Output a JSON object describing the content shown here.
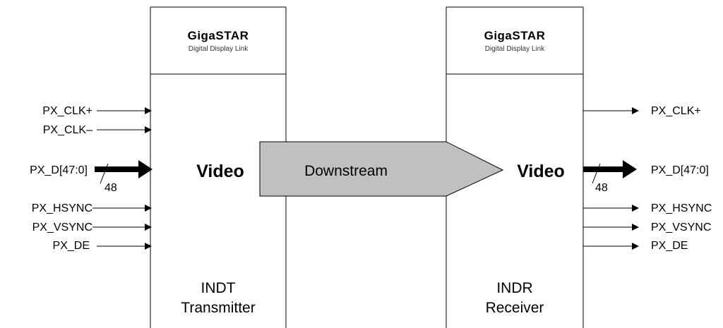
{
  "logo": {
    "brand": "GigaSTAR",
    "tagline": "Digital Display Link"
  },
  "transmitter": {
    "video_label": "Video",
    "name": "INDT",
    "role": "Transmitter"
  },
  "receiver": {
    "video_label": "Video",
    "name": "INDR",
    "role": "Receiver"
  },
  "link": {
    "label": "Downstream"
  },
  "bus_width": "48",
  "inputs": [
    "PX_CLK+",
    "PX_CLK–",
    "PX_D[47:0]",
    "PX_HSYNC",
    "PX_VSYNC",
    "PX_DE"
  ],
  "outputs": [
    "PX_CLK+",
    "PX_D[47:0]",
    "PX_HSYNC",
    "PX_VSYNC",
    "PX_DE"
  ]
}
